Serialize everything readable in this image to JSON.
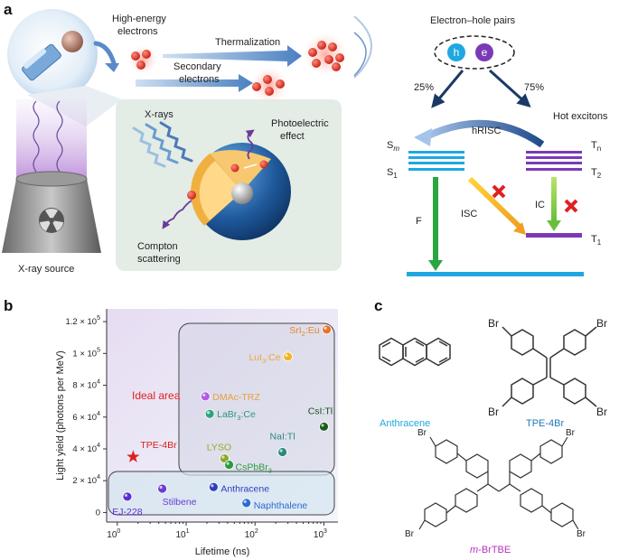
{
  "panel_a": {
    "label": "a",
    "high_energy_electrons": [
      "High-energy",
      "electrons"
    ],
    "thermalization": "Thermalization",
    "secondary_electrons": [
      "Secondary",
      "electrons"
    ],
    "xrays": "X-rays",
    "photoelectric": [
      "Photoelectric",
      "effect"
    ],
    "compton": [
      "Compton",
      "scattering"
    ],
    "xray_source": "X-ray source",
    "electron_hole_pairs": "Electron–hole pairs",
    "h": "h",
    "e": "e",
    "pct_25": "25%",
    "pct_75": "75%",
    "hot_excitons": "Hot excitons",
    "hrisc": "hRISC",
    "Sm": "S",
    "Sm_sub": "m",
    "S1": "S",
    "S1_sub": "1",
    "Tn": "T",
    "Tn_sub": "n",
    "T2": "T",
    "T2_sub": "2",
    "T1": "T",
    "T1_sub": "1",
    "F": "F",
    "ISC": "ISC",
    "IC": "IC"
  },
  "panel_b": {
    "label": "b",
    "ideal_area": "Ideal area"
  },
  "panel_c": {
    "label": "c",
    "anthracene": "Anthracene",
    "tpe4br": "TPE-4Br",
    "mbrtbe_prefix": "m",
    "mbrtbe_rest": "-BrTBE",
    "br": "Br"
  },
  "chart_data": {
    "type": "scatter",
    "xlabel": "Lifetime (ns)",
    "ylabel": "Light yield (photons per MeV)",
    "x_scale": "log",
    "xlim": [
      0.7,
      1600
    ],
    "ylim": [
      -6000,
      128000
    ],
    "xticks": [
      {
        "v": 1,
        "base": "10",
        "exp": "0"
      },
      {
        "v": 10,
        "base": "10",
        "exp": "1"
      },
      {
        "v": 100,
        "base": "10",
        "exp": "2"
      },
      {
        "v": 1000,
        "base": "10",
        "exp": "3"
      }
    ],
    "yticks": [
      {
        "v": 0,
        "text": "0",
        "exp": ""
      },
      {
        "v": 20000,
        "text": "2 × 10",
        "exp": "4"
      },
      {
        "v": 40000,
        "text": "4 × 10",
        "exp": "4"
      },
      {
        "v": 60000,
        "text": "6 × 10",
        "exp": "4"
      },
      {
        "v": 80000,
        "text": "8 × 10",
        "exp": "4"
      },
      {
        "v": 100000,
        "text": "1 × 10",
        "exp": "5"
      },
      {
        "v": 120000,
        "text": "1.2 × 10",
        "exp": "5"
      }
    ],
    "points": [
      {
        "label": "SrI",
        "sub1": "2",
        "mid": ":Eu",
        "x": 1100,
        "y": 115000,
        "color": "#e8732a",
        "text_color": "#e8862a",
        "anchor": "end",
        "dx": -8,
        "dy": 4
      },
      {
        "label": "LuI",
        "sub1": "3",
        "mid": ":Ce",
        "x": 300,
        "y": 98000,
        "color": "#f0b52a",
        "text_color": "#e9a93a",
        "anchor": "end",
        "dx": -8,
        "dy": 4
      },
      {
        "label": "DMAc-TRZ",
        "x": 19,
        "y": 73000,
        "color": "#b45be0",
        "text_color": "#e6a040",
        "anchor": "start",
        "dx": 8,
        "dy": 4
      },
      {
        "label": "LaBr",
        "sub1": "3",
        "mid": ":Ce",
        "x": 22,
        "y": 62000,
        "color": "#2aa67a",
        "text_color": "#2a9a76",
        "anchor": "start",
        "dx": 8,
        "dy": 4
      },
      {
        "label": "CsI:Tl",
        "x": 1000,
        "y": 54000,
        "color": "#1e5a1e",
        "text_color": "#1e4f1e",
        "anchor": "middle",
        "dx": -4,
        "dy": -14
      },
      {
        "label": "NaI:Tl",
        "x": 250,
        "y": 38000,
        "color": "#2a8a80",
        "text_color": "#2a8a80",
        "anchor": "middle",
        "dx": 0,
        "dy": -14
      },
      {
        "label": "LYSO",
        "x": 36,
        "y": 34000,
        "color": "#8aa82a",
        "text_color": "#9aaa2a",
        "anchor": "middle",
        "dx": -6,
        "dy": -9
      },
      {
        "label": "CsPbBr",
        "sub1": "3",
        "mid": "",
        "x": 42,
        "y": 30000,
        "color": "#2a9a40",
        "text_color": "#2a9a40",
        "anchor": "start",
        "dx": 7,
        "dy": 6
      },
      {
        "label": "TPE-4Br",
        "x": 1.7,
        "y": 35000,
        "color": "#e02020",
        "text_color": "#d81e1e",
        "anchor": "start",
        "dx": 8,
        "dy": -10,
        "marker": "star"
      },
      {
        "label": "Anthracene",
        "x": 25,
        "y": 16000,
        "color": "#2f3ec0",
        "text_color": "#2f3ec0",
        "anchor": "start",
        "dx": 8,
        "dy": 5
      },
      {
        "label": "Stilbene",
        "x": 4.5,
        "y": 15000,
        "color": "#6a3ed0",
        "text_color": "#6a3ed0",
        "anchor": "start",
        "dx": 0,
        "dy": 18
      },
      {
        "label": "Naphthalene",
        "x": 75,
        "y": 6000,
        "color": "#2a6ad0",
        "text_color": "#2a6ad0",
        "anchor": "start",
        "dx": 8,
        "dy": 6
      },
      {
        "label": "EJ-228",
        "x": 1.4,
        "y": 10000,
        "color": "#5a30d0",
        "text_color": "#5a30d0",
        "anchor": "middle",
        "dx": 0,
        "dy": 20
      }
    ]
  }
}
